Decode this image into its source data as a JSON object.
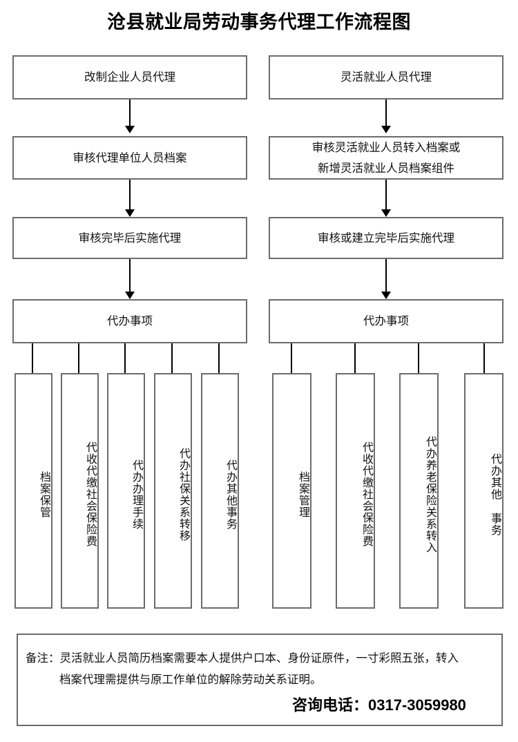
{
  "title": "沧县就业局劳动事务代理工作流程图",
  "columns": [
    {
      "id": "left",
      "steps": [
        {
          "label": "改制企业人员代理"
        },
        {
          "label": "审核代理单位人员档案"
        },
        {
          "label": "审核完毕后实施代理"
        },
        {
          "label": "代办事项"
        }
      ],
      "leaves": [
        {
          "label": "档案保管"
        },
        {
          "label": "代收代缴社会保险费"
        },
        {
          "label": "代办办理手续"
        },
        {
          "label": "代办社保关系转移"
        },
        {
          "label": "代办其他事务"
        }
      ]
    },
    {
      "id": "right",
      "steps": [
        {
          "label": "灵活就业人员代理"
        },
        {
          "label": "审核灵活就业人员转入档案或\n新增灵活就业人员档案组件"
        },
        {
          "label": "审核或建立完毕后实施代理"
        },
        {
          "label": "代办事项"
        }
      ],
      "leaves": [
        {
          "label": "档案管理"
        },
        {
          "label": "代收代缴社会保险费"
        },
        {
          "label": "代办养老保险关系转入"
        },
        {
          "label": "代办其他 事务"
        }
      ]
    }
  ],
  "footer": {
    "note_line1": "备注：灵活就业人员简历档案需要本人提供户口本、身份证原件，一寸彩照五张，转入",
    "note_line2": "档案代理需提供与原工作单位的解除劳动关系证明。",
    "phone": "咨询电话：0317-3059980"
  },
  "colors": {
    "box_border": "#6b6b6b",
    "connector": "#000000",
    "text": "#111111",
    "background": "#ffffff"
  }
}
